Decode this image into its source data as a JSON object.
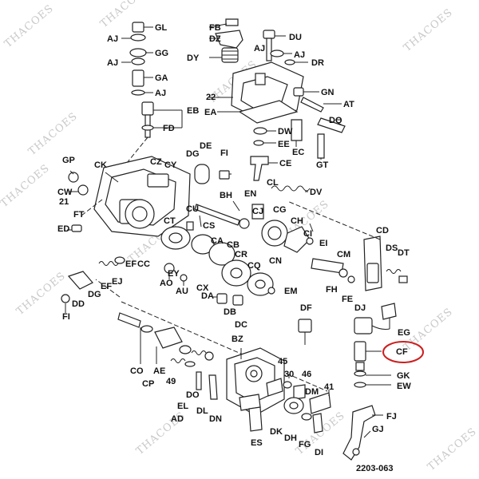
{
  "diagram": {
    "reference": "2203-063",
    "watermark": "THACOES",
    "highlighted_part": "CF",
    "highlight_color": "#cc1f1f",
    "labels": [
      "FB",
      "GL",
      "DZ",
      "DU",
      "AJ",
      "GG",
      "AJ",
      "AJ",
      "DY",
      "AJ",
      "DR",
      "GA",
      "AJ",
      "22",
      "GN",
      "AT",
      "EB",
      "EA",
      "DQ",
      "FD",
      "DW",
      "EE",
      "EC",
      "GT",
      "DG",
      "DE",
      "FI",
      "CE",
      "GP",
      "CK",
      "CZ",
      "CY",
      "DV",
      "CW",
      "21",
      "BH",
      "EN",
      "CL",
      "ED",
      "FT",
      "CJ",
      "CG",
      "CT",
      "CU",
      "CH",
      "CS",
      "CD",
      "CA",
      "CI",
      "CB",
      "CR",
      "EI",
      "DS",
      "DT",
      "CC",
      "CM",
      "CQ",
      "CN",
      "AO",
      "EF",
      "EJ",
      "EF",
      "EY",
      "AU",
      "CX",
      "FH",
      "FE",
      "DA",
      "EM",
      "DD",
      "DG",
      "FI",
      "DJ",
      "DB",
      "DC",
      "DF",
      "BZ",
      "EG",
      "CO",
      "AE",
      "CP",
      "45",
      "49",
      "30",
      "46",
      "CF",
      "DO",
      "GK",
      "EW",
      "DM",
      "41",
      "EL",
      "AD",
      "DL",
      "DK",
      "DH",
      "FG",
      "FJ",
      "DN",
      "ES",
      "GJ",
      "DI"
    ]
  }
}
